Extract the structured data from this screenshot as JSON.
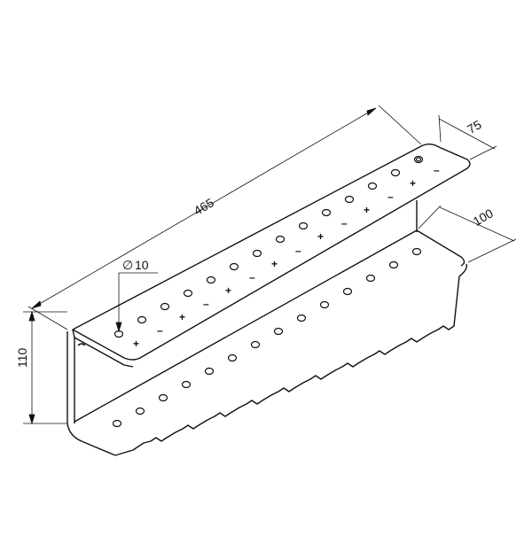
{
  "drawing": {
    "dimensions": {
      "length": "465",
      "top_width": "75",
      "bottom_width": "100",
      "height": "110",
      "hole_diameter": "10"
    },
    "hole_symbol": "∅",
    "polarity_marks": {
      "plus": "+",
      "minus": "–"
    }
  }
}
